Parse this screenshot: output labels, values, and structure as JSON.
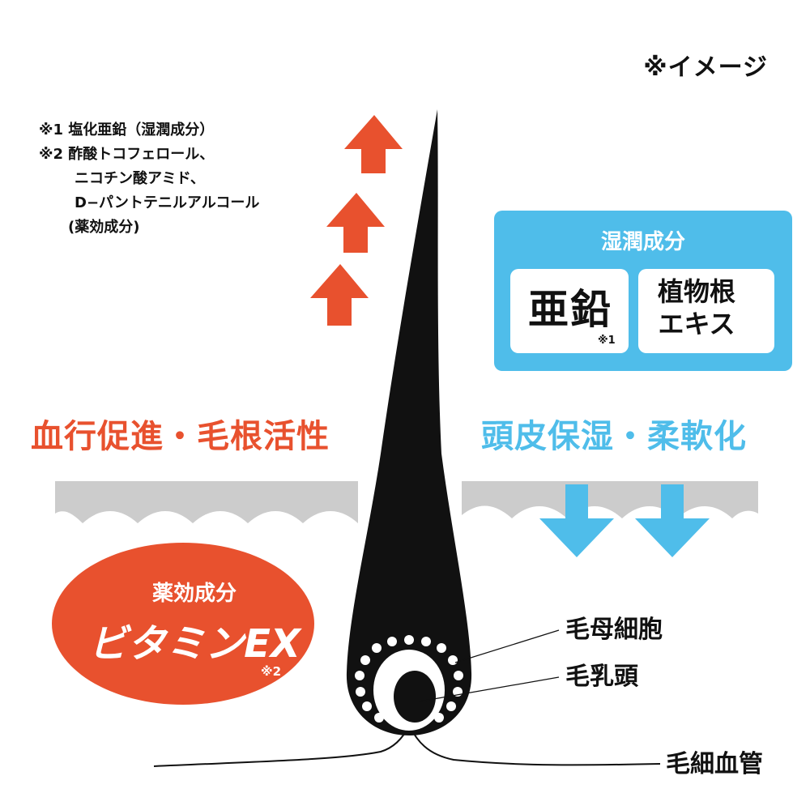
{
  "image_note": "※イメージ",
  "notes": [
    "※1 塩化亜鉛（湿潤成分）",
    "※2 酢酸トコフェロール、",
    "ニコチン酸アミド、",
    "D−パントテニルアルコール",
    "(薬効成分)"
  ],
  "left_headline": "血行促進・毛根活性",
  "right_headline": "頭皮保湿・柔軟化",
  "moisture_panel": {
    "title": "湿潤成分",
    "box_left": "亜鉛",
    "box_left_note": "※1",
    "box_right_lines": [
      "植物根",
      "エキス"
    ]
  },
  "vitamin_badge": {
    "title": "薬効成分",
    "name": "ビタミンEX",
    "note": "※2"
  },
  "labels": {
    "hair_matrix": "毛母細胞",
    "dermal_papilla": "毛乳頭",
    "capillary": "毛細血管"
  },
  "colors": {
    "accent_red": "#e8512e",
    "accent_blue": "#4fbdea",
    "scalp_gray": "#cccccc",
    "hair_black": "#111111"
  }
}
